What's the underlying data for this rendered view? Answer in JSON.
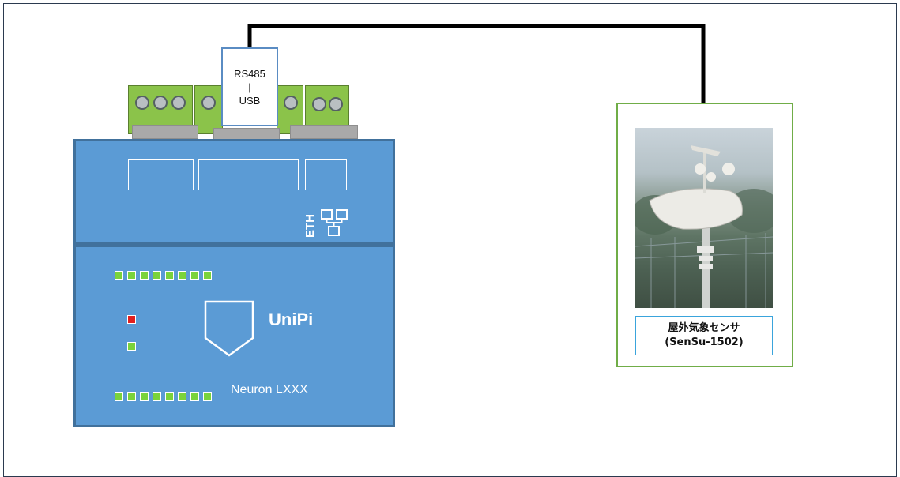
{
  "converter": {
    "line1": "RS485",
    "line2": "|",
    "line3": "USB"
  },
  "device": {
    "brand": "UniPi",
    "model": "Neuron LXXX",
    "eth_label": "ETH"
  },
  "sensor": {
    "name": "屋外気象センサ",
    "model": "(SenSu-1502)"
  },
  "colors": {
    "enclosure": "#5b9bd5",
    "enclosure_border": "#41719c",
    "terminal": "#8bc34a",
    "led_green": "#7ad33b",
    "led_red": "#e11f1f",
    "sensor_border": "#70ad47",
    "caption_border": "#3aa4dc",
    "cable": "#000000"
  }
}
